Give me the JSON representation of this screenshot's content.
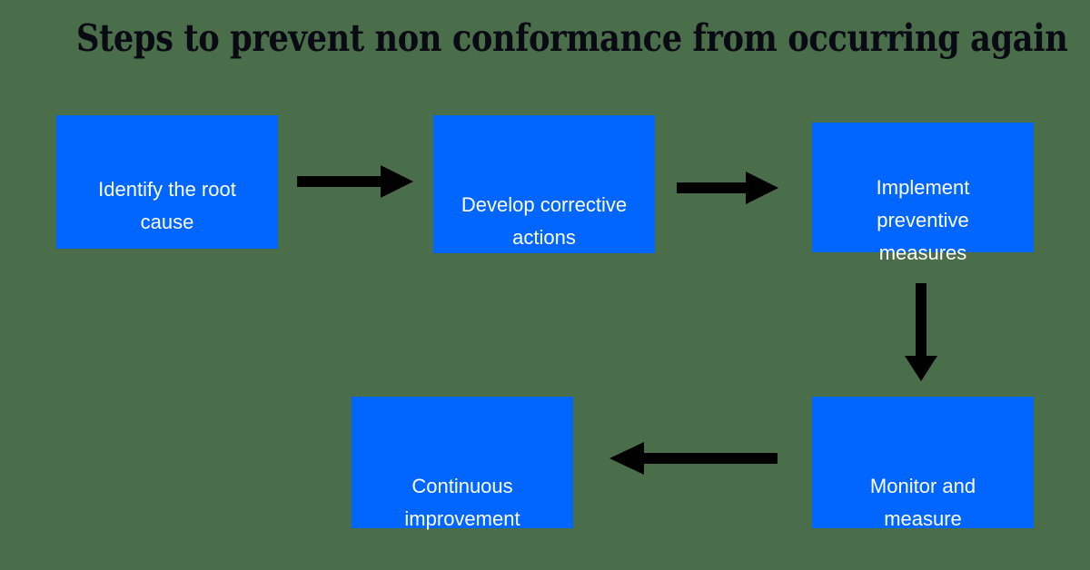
{
  "page": {
    "title": "Steps to prevent non conformance from occurring again",
    "background_color": "#4a6e4a",
    "node_color": "#0066ff",
    "node_text_color": "#ffffff",
    "arrow_color": "#000000",
    "title_color": "#0a0a14"
  },
  "chart_data": {
    "type": "diagram",
    "diagram_type": "flowchart",
    "title": "Steps to prevent non conformance from occurring again",
    "nodes": [
      {
        "id": "root-cause",
        "label": "Identify the root\ncause",
        "order": 1
      },
      {
        "id": "corrective",
        "label": "Develop corrective\nactions",
        "order": 2
      },
      {
        "id": "preventive",
        "label": "Implement\npreventive\nmeasures",
        "order": 3
      },
      {
        "id": "monitor",
        "label": "Monitor and\nmeasure",
        "order": 4
      },
      {
        "id": "continuous",
        "label": "Continuous\nimprovement",
        "order": 5
      }
    ],
    "edges": [
      {
        "from": "root-cause",
        "to": "corrective",
        "direction": "right"
      },
      {
        "from": "corrective",
        "to": "preventive",
        "direction": "right"
      },
      {
        "from": "preventive",
        "to": "monitor",
        "direction": "down"
      },
      {
        "from": "monitor",
        "to": "continuous",
        "direction": "left"
      }
    ]
  }
}
